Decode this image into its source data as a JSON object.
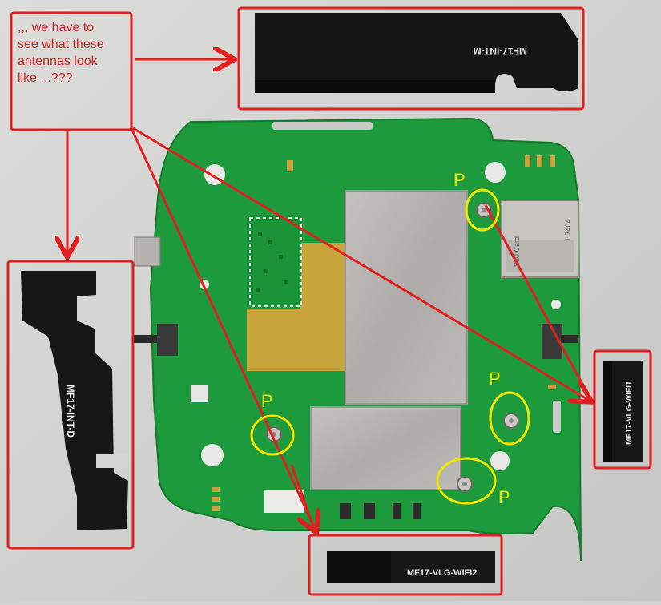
{
  "annotation": {
    "lines": [
      ",,, we have to",
      "see what these",
      "antennas look",
      "like ...???"
    ]
  },
  "connector_marker": "P",
  "antennas": {
    "top": "MF17-INT-M",
    "left": "MF17-INT-D",
    "right": "MF17-VLG-WIFI1",
    "bottom": "MF17-VLG-WIFI2"
  },
  "pcb_markings": {
    "sim_label": "SIM Card",
    "chip_code": "U7404"
  },
  "colors": {
    "annotation_red": "#e02020",
    "marker_yellow": "#f2e600",
    "pcb_green": "#1c9a3a",
    "antenna_black": "#141414",
    "shield_silver": "#b6b4b0"
  }
}
